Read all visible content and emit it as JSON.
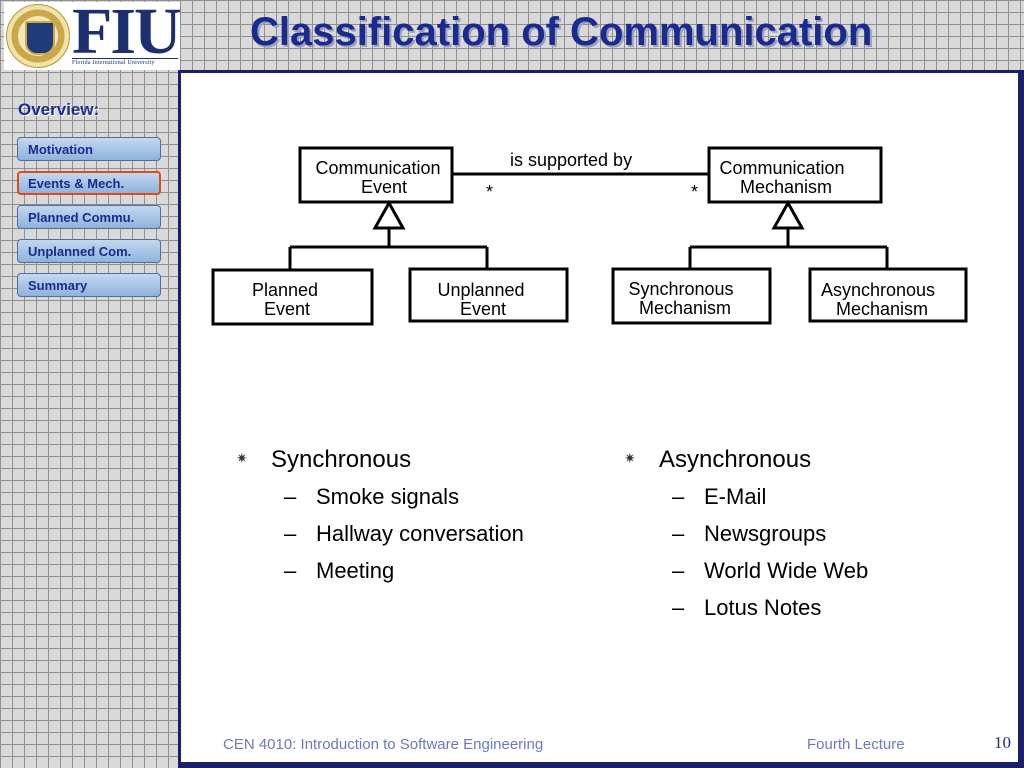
{
  "header": {
    "logo_text": "FIU",
    "logo_subtext": "Florida International University",
    "title": "Classification of Communication"
  },
  "sidebar": {
    "heading": "Overview:",
    "items": [
      {
        "label": "Motivation",
        "active": false
      },
      {
        "label": "Events & Mech.",
        "active": true
      },
      {
        "label": "Planned Commu.",
        "active": false
      },
      {
        "label": "Unplanned Com.",
        "active": false
      },
      {
        "label": "Summary",
        "active": false
      }
    ]
  },
  "diagram": {
    "association_label": "is supported by",
    "multiplicity_left": "*",
    "multiplicity_right": "*",
    "classes": {
      "comm_event": [
        "Communication",
        "Event"
      ],
      "comm_mechanism": [
        "Communication",
        "Mechanism"
      ],
      "planned_event": [
        "Planned",
        "Event"
      ],
      "unplanned_event": [
        "Unplanned",
        "Event"
      ],
      "sync_mechanism": [
        "Synchronous",
        "Mechanism"
      ],
      "async_mechanism": [
        "Asynchronous",
        "Mechanism"
      ]
    }
  },
  "lists": {
    "left": {
      "title": "Synchronous",
      "items": [
        "Smoke signals",
        "Hallway conversation",
        "Meeting"
      ]
    },
    "right": {
      "title": "Asynchronous",
      "items": [
        "E-Mail",
        "Newsgroups",
        "World Wide Web",
        "Lotus Notes"
      ]
    },
    "bullet_glyph": "✷",
    "dash_glyph": "–"
  },
  "footer": {
    "course": "CEN 4010: Introduction to Software Engineering",
    "lecture": "Fourth Lecture",
    "page_number": "10"
  }
}
